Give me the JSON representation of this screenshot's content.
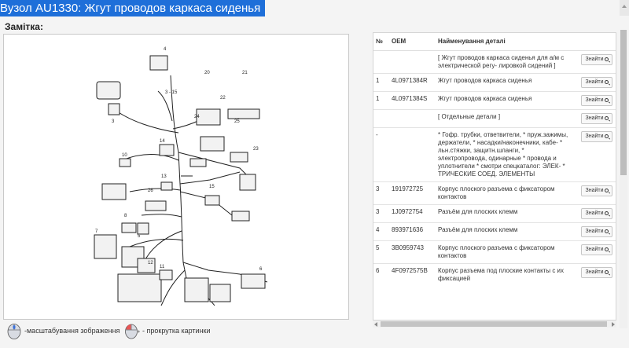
{
  "window": {
    "title": "Вузол AU1330: Жгут проводов каркаса сиденья"
  },
  "note": {
    "label": "Замітка:"
  },
  "diagram": {
    "callouts": [
      "4",
      "20",
      "21",
      "3 - 15",
      "22",
      "3",
      "24",
      "25",
      "14",
      "23",
      "10",
      "13",
      "15",
      "26",
      "8",
      "7",
      "5",
      "12",
      "11",
      "6"
    ]
  },
  "table": {
    "headers": {
      "no": "№",
      "oem": "ОЕМ",
      "name": "Найменування деталі"
    },
    "button_label": "Знайти",
    "rows": [
      {
        "no": "",
        "oem": "",
        "name": "[ Жгут проводов каркаса сиденья для а/м с электрической регу- лировкой сидений ]"
      },
      {
        "no": "1",
        "oem": "4L0971384R",
        "name": "Жгут проводов каркаса сиденья"
      },
      {
        "no": "1",
        "oem": "4L0971384S",
        "name": "Жгут проводов каркаса сиденья"
      },
      {
        "no": "",
        "oem": "",
        "name": "[ Отдельные детали ]"
      },
      {
        "no": "-",
        "oem": "",
        "name": "* Гофр. трубки, ответвители, * пруж.зажимы, держатели, * насадки/наконечники, кабе- * льн.стяжки, защитн.шланги, * электропровода, одинарные * провода и уплотнители * смотри спецкаталог: ЭЛЕК- * ТРИЧЕСКИЕ СОЕД. ЭЛЕМЕНТЫ"
      },
      {
        "no": "3",
        "oem": "191972725",
        "name": "Корпус плоского разъема с фиксатором контактов"
      },
      {
        "no": "3",
        "oem": "1J0972754",
        "name": "Разъём для плоских клемм"
      },
      {
        "no": "4",
        "oem": "893971636",
        "name": "Разъём для плоских клемм"
      },
      {
        "no": "5",
        "oem": "3B0959743",
        "name": "Корпус плоского разъема с фиксатором контактов"
      },
      {
        "no": "6",
        "oem": "4F0972575B",
        "name": "Корпус разъема под плоские контакты с их фиксацией"
      }
    ]
  },
  "legend": {
    "zoom_text": "-масштабування зображення",
    "scroll_text": "- прокрутка картинки"
  },
  "colors": {
    "title_bar": "#1e6fd9",
    "mouse_accent": "#e85555",
    "mouse_body": "#d8dbe2"
  }
}
